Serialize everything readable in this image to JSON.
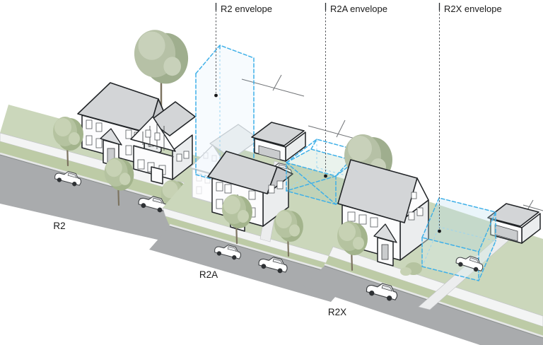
{
  "diagram": {
    "type": "isometric-zoning-envelope-diagram",
    "callouts": [
      {
        "id": "r2-envelope",
        "label": "R2 envelope"
      },
      {
        "id": "r2a-envelope",
        "label": "R2A envelope"
      },
      {
        "id": "r2x-envelope",
        "label": "R2X envelope"
      }
    ],
    "districts": [
      {
        "id": "r2",
        "label": "R2"
      },
      {
        "id": "r2a",
        "label": "R2A"
      },
      {
        "id": "r2x",
        "label": "R2X"
      }
    ],
    "colors": {
      "envelope_blue": "#3FB0E8",
      "street": "#A9ABAD",
      "planting": "#BDCBA6",
      "lawn": "#CBD7BB",
      "sidewalk": "#F3F4F4",
      "roof": "#D3D5D7",
      "wall": "#FCFCFD",
      "outline": "#212427",
      "ghost": "#C9CCCE",
      "label": "#1A1A1A"
    }
  }
}
